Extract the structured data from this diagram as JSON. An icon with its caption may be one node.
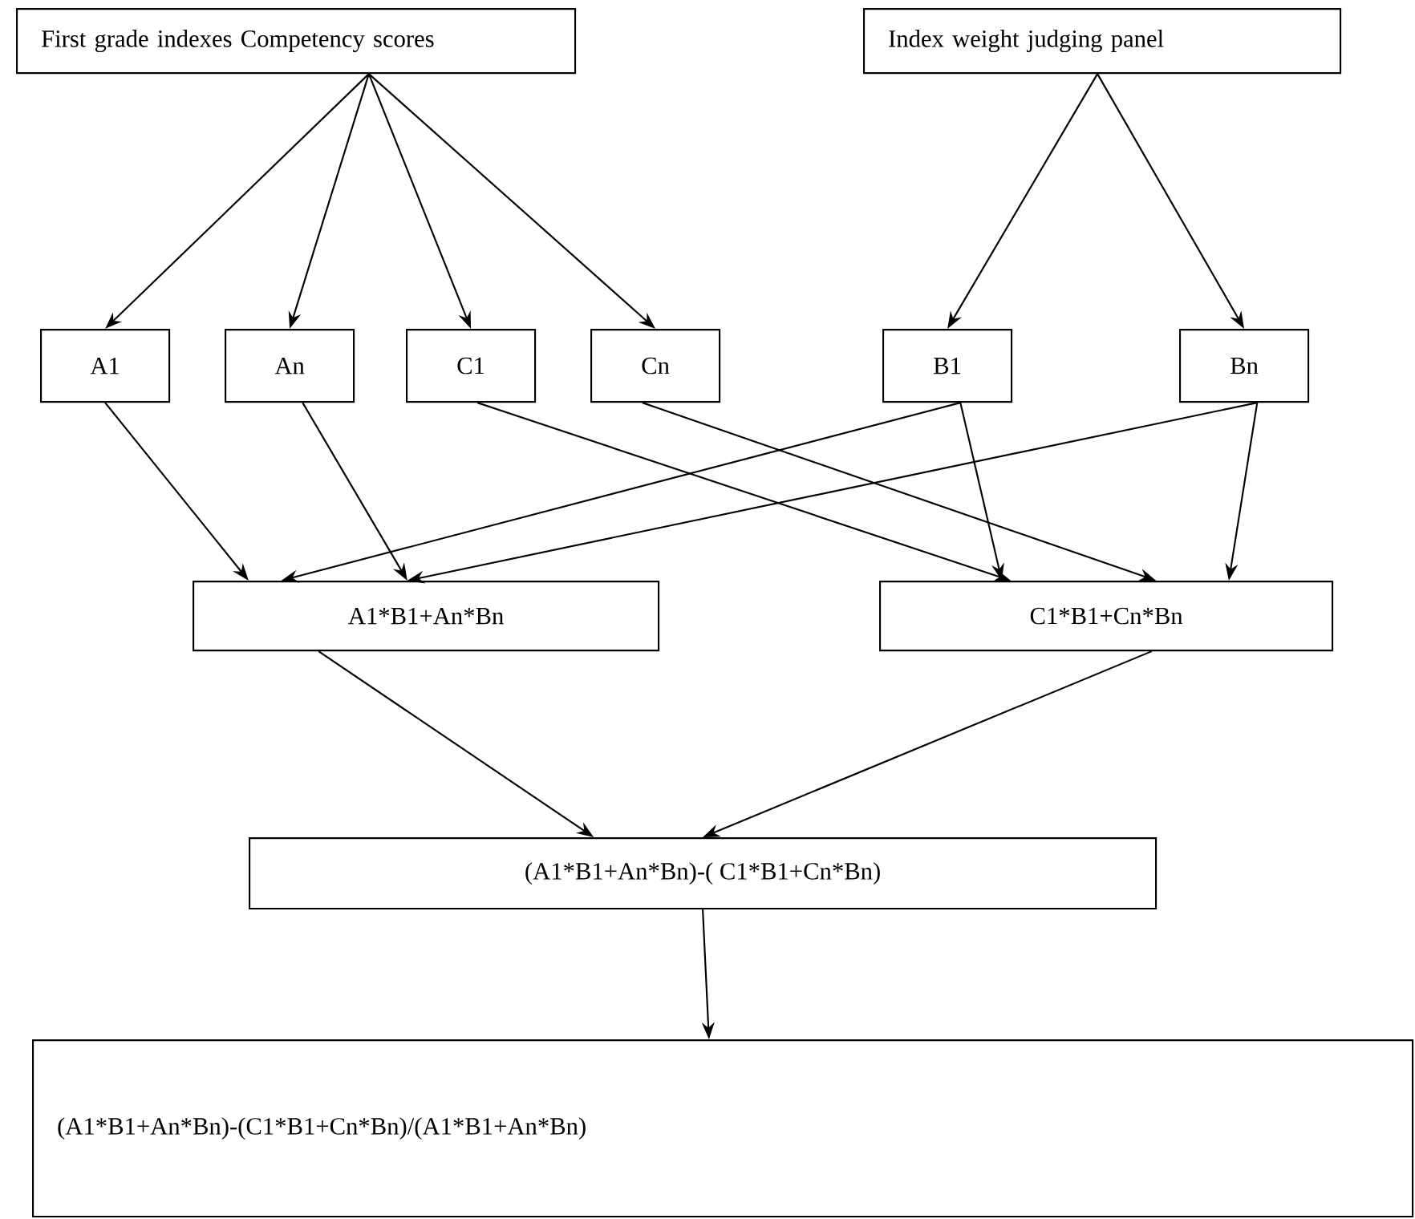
{
  "diagram": {
    "nodes": [
      {
        "text": [
          "First grade indexes Competency scores"
        ]
      },
      {
        "text": [
          "Index weight judging panel"
        ]
      },
      {
        "text": [
          "A1"
        ]
      },
      {
        "text": [
          "An"
        ]
      },
      {
        "text": [
          "C1"
        ]
      },
      {
        "text": [
          "Cn"
        ]
      },
      {
        "text": [
          "B1"
        ]
      },
      {
        "text": [
          "Bn"
        ]
      },
      {
        "text": [
          "A1*B1+An*Bn"
        ]
      },
      {
        "text": [
          "C1*B1+Cn*Bn"
        ]
      },
      {
        "text": [
          "(A1*B1+An*Bn)-( C1*B1+Cn*Bn)"
        ]
      },
      {
        "text": [
          "(A1*B1+An*Bn)-(C1*B1+Cn*Bn)/(A1*B1+An*Bn)"
        ]
      }
    ],
    "edges": [
      {
        "from": 0,
        "to": 2,
        "arrow": "to"
      },
      {
        "from": 0,
        "to": 3,
        "arrow": "to"
      },
      {
        "from": 0,
        "to": 4,
        "arrow": "to"
      },
      {
        "from": 0,
        "to": 5,
        "arrow": "to"
      },
      {
        "from": 1,
        "to": 6,
        "arrow": "to"
      },
      {
        "from": 1,
        "to": 7,
        "arrow": "to"
      },
      {
        "from": 2,
        "to": 8,
        "arrow": "to"
      },
      {
        "from": 3,
        "to": 8,
        "arrow": "to"
      },
      {
        "from": 6,
        "to": 8,
        "arrow": "to"
      },
      {
        "from": 7,
        "to": 8,
        "arrow": "to"
      },
      {
        "from": 4,
        "to": 9,
        "arrow": "to"
      },
      {
        "from": 5,
        "to": 9,
        "arrow": "to"
      },
      {
        "from": 6,
        "to": 9,
        "arrow": "to"
      },
      {
        "from": 7,
        "to": 9,
        "arrow": "to"
      },
      {
        "from": 8,
        "to": 10,
        "arrow": "to"
      },
      {
        "from": 9,
        "to": 10,
        "arrow": "to"
      },
      {
        "from": 10,
        "to": 11,
        "arrow": "to"
      }
    ]
  }
}
